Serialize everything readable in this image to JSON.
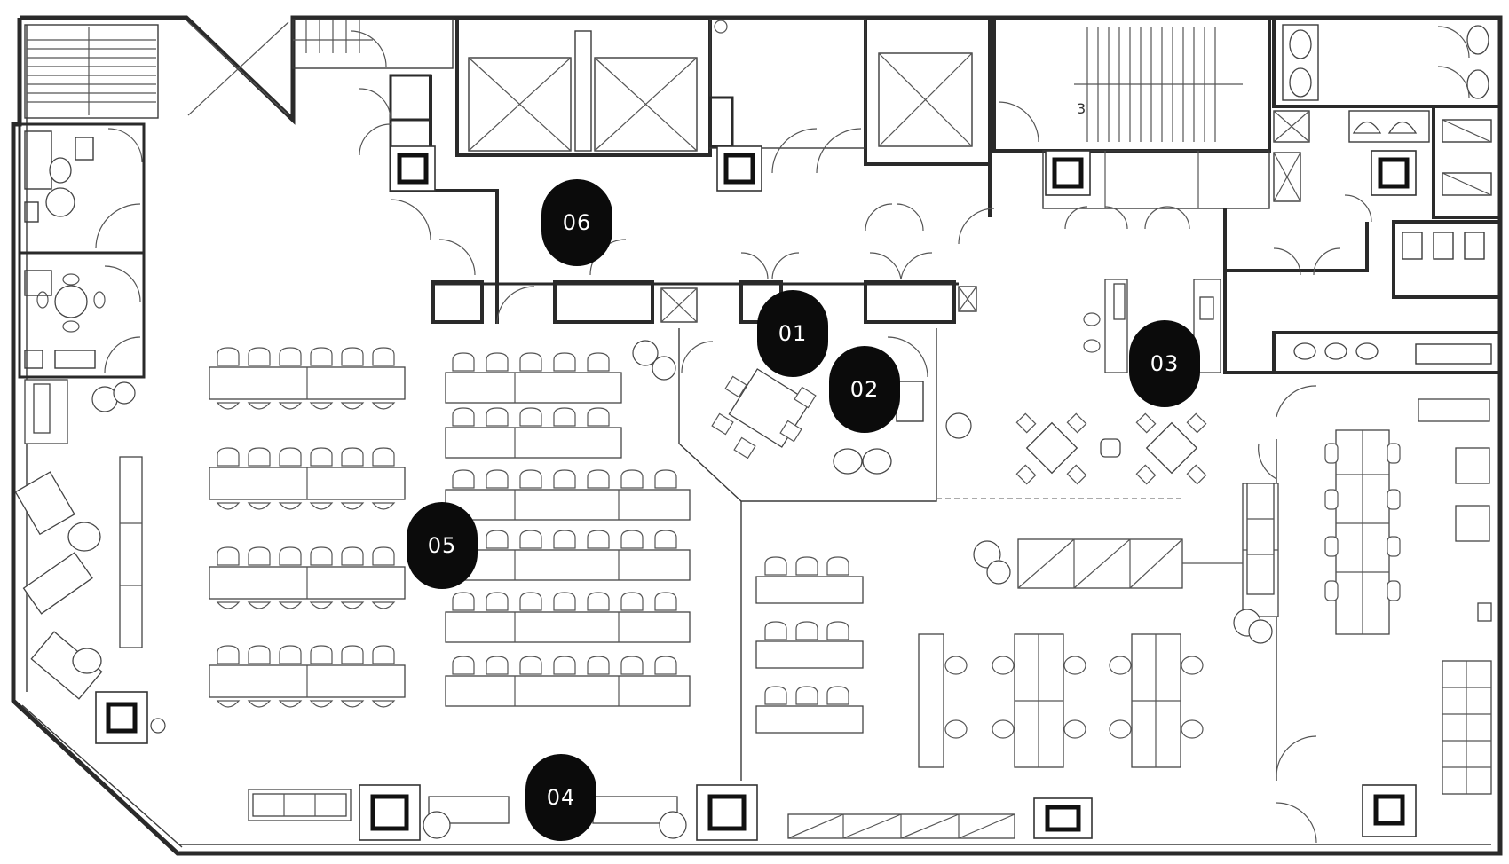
{
  "markers": [
    {
      "id": "m01",
      "label": "01"
    },
    {
      "id": "m02",
      "label": "02"
    },
    {
      "id": "m03",
      "label": "03"
    },
    {
      "id": "m04",
      "label": "04"
    },
    {
      "id": "m05",
      "label": "05"
    },
    {
      "id": "m06",
      "label": "06"
    }
  ],
  "stair_label": "3",
  "colors": {
    "wall": "#2a2a2a",
    "marker": "#0b0b0b",
    "marker_text": "#ffffff",
    "background": "#ffffff"
  }
}
